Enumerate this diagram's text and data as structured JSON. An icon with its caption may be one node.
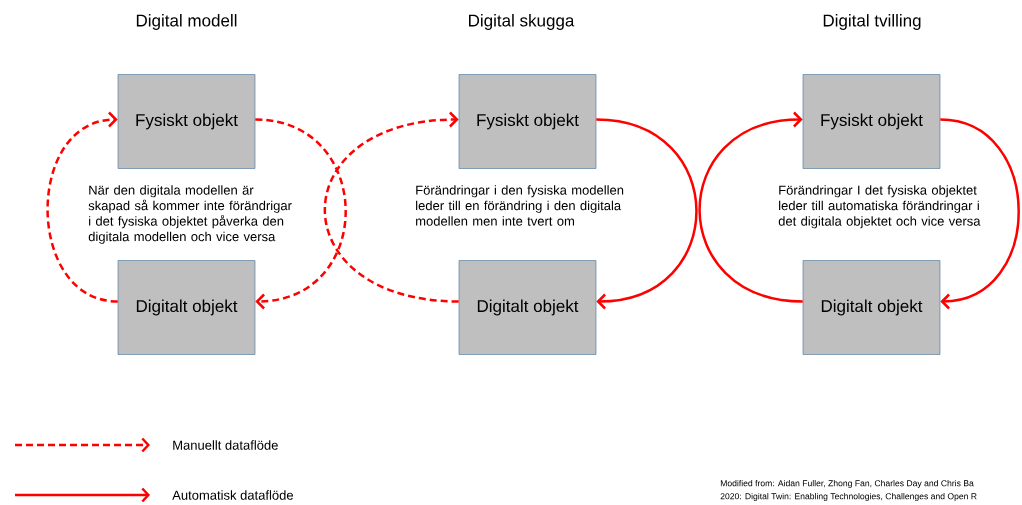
{
  "diagram": {
    "nodes": [
      {
        "text": [
          "Fysiskt objekt"
        ]
      },
      {
        "text": [
          "Digitalt objekt"
        ]
      },
      {
        "text": [
          "Fysiskt objekt"
        ]
      },
      {
        "text": [
          "Digitalt objekt"
        ]
      },
      {
        "text": [
          "Fysiskt objekt"
        ]
      },
      {
        "text": [
          "Digitalt objekt"
        ]
      }
    ],
    "edges": [
      {
        "from": 0,
        "to": 1,
        "arrow": "to",
        "style": "dashed"
      },
      {
        "from": 1,
        "to": 0,
        "arrow": "to",
        "style": "dashed"
      },
      {
        "from": 2,
        "to": 3,
        "arrow": "to"
      },
      {
        "from": 3,
        "to": 2,
        "arrow": "to",
        "style": "dashed"
      },
      {
        "from": 4,
        "to": 5,
        "arrow": "to"
      },
      {
        "from": 5,
        "to": 4,
        "arrow": "to"
      }
    ],
    "labels": [
      "Digital modell",
      "Digital skugga",
      "Digital tvilling",
      "När den digitala modellen är skapad så kommer inte förändrigar i det fysiska objektet påverka den digitala modellen och vice versa",
      "Förändringar i den fysiska modellen leder till en förändring i den digitala modellen men inte tvert om",
      "Förändringar I det fysiska objektet leder till automatiska förändringar i det digitala objektet och vice versa",
      "Modified from: Aidan Fuller, Zhong Fan, Charles Day and Chris Ba",
      "2020: Digital Twin: Enabling Technologies, Challenges and Open R"
    ],
    "legend": [
      {
        "text": "Manuellt dataflöde"
      },
      {
        "text": "Automatisk dataflöde"
      }
    ]
  }
}
